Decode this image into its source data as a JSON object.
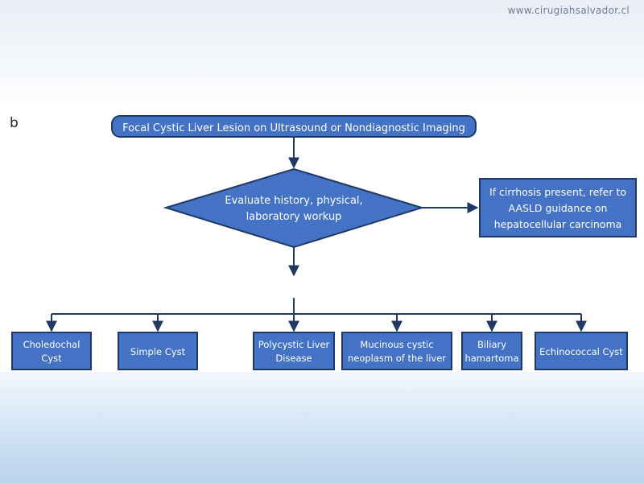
{
  "site": {
    "url": "www.cirugiahsalvador.cl"
  },
  "panel_label": "b",
  "colors": {
    "box_fill": "#4472c4",
    "box_stroke": "#1f3864",
    "line": "#1f3864"
  },
  "flow": {
    "top": "Focal Cystic Liver Lesion on Ultrasound or Nondiagnostic Imaging",
    "decision": [
      "Evaluate history, physical,",
      "laboratory workup"
    ],
    "side": [
      "If cirrhosis present, refer to",
      "AASLD guidance on",
      "hepatocellular carcinoma"
    ],
    "outcomes": [
      {
        "lines": [
          "Choledochal",
          "Cyst"
        ]
      },
      {
        "lines": [
          "Simple Cyst"
        ]
      },
      {
        "lines": [
          "Polycystic Liver",
          "Disease"
        ]
      },
      {
        "lines": [
          "Mucinous cystic",
          "neoplasm of the liver"
        ]
      },
      {
        "lines": [
          "Biliary",
          "hamartoma"
        ]
      },
      {
        "lines": [
          "Echinococcal Cyst"
        ]
      }
    ]
  }
}
